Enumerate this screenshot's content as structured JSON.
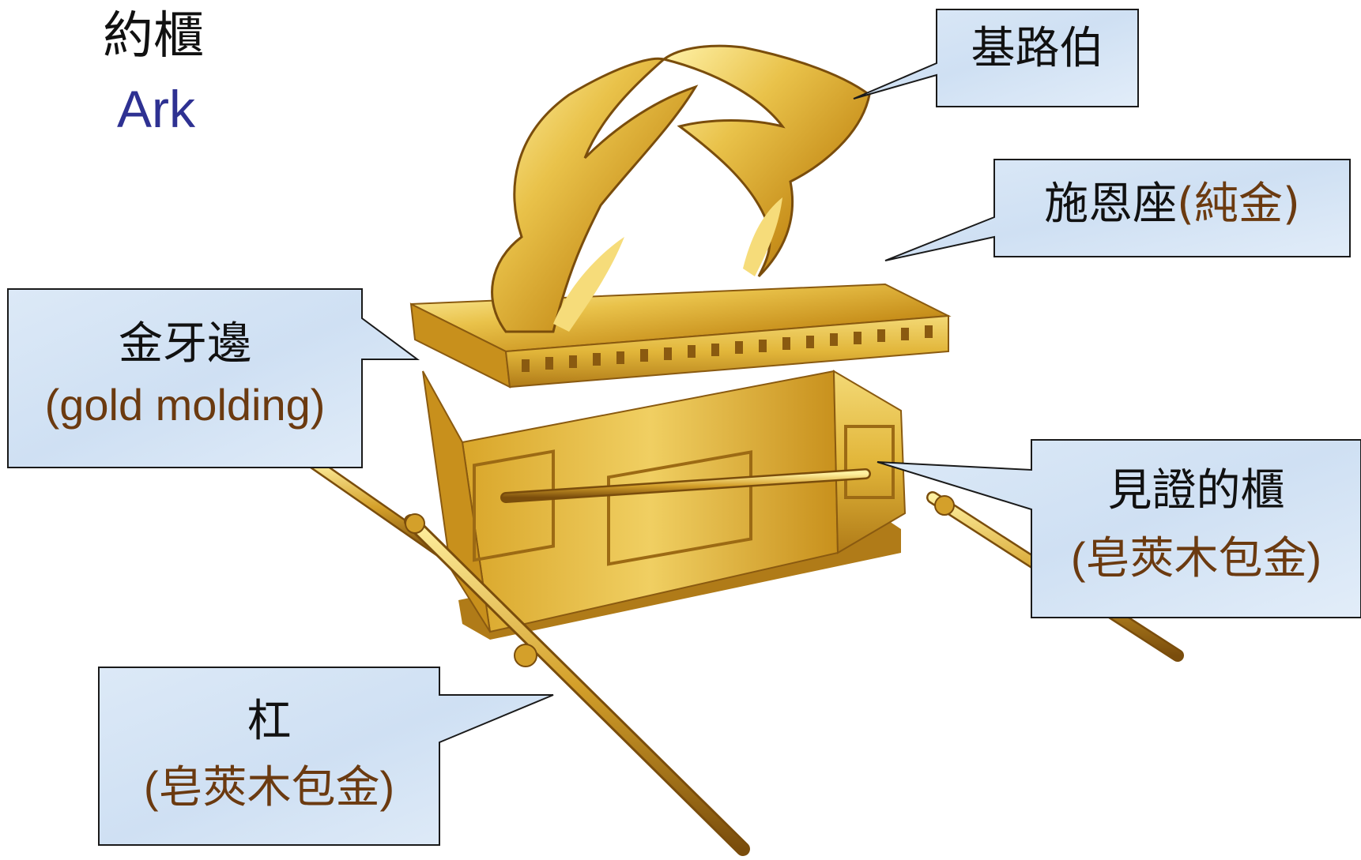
{
  "title": {
    "chinese": "約櫃",
    "english": "Ark"
  },
  "callouts": {
    "cherubim": {
      "label": "基路伯"
    },
    "mercy_seat": {
      "label": "施恩座",
      "material": "(純金)"
    },
    "molding": {
      "label": "金牙邊",
      "material": "(gold molding)"
    },
    "ark": {
      "label": "見證的櫃",
      "material": "(皂莢木包金)"
    },
    "poles": {
      "label": "杠",
      "material": "(皂莢木包金)"
    }
  },
  "colors": {
    "callout_fill": "#d6e6f7",
    "callout_border": "#1a1a1a",
    "english_title": "#2e3192",
    "material_text": "#6b3a10",
    "gold": "#e0b12a"
  }
}
